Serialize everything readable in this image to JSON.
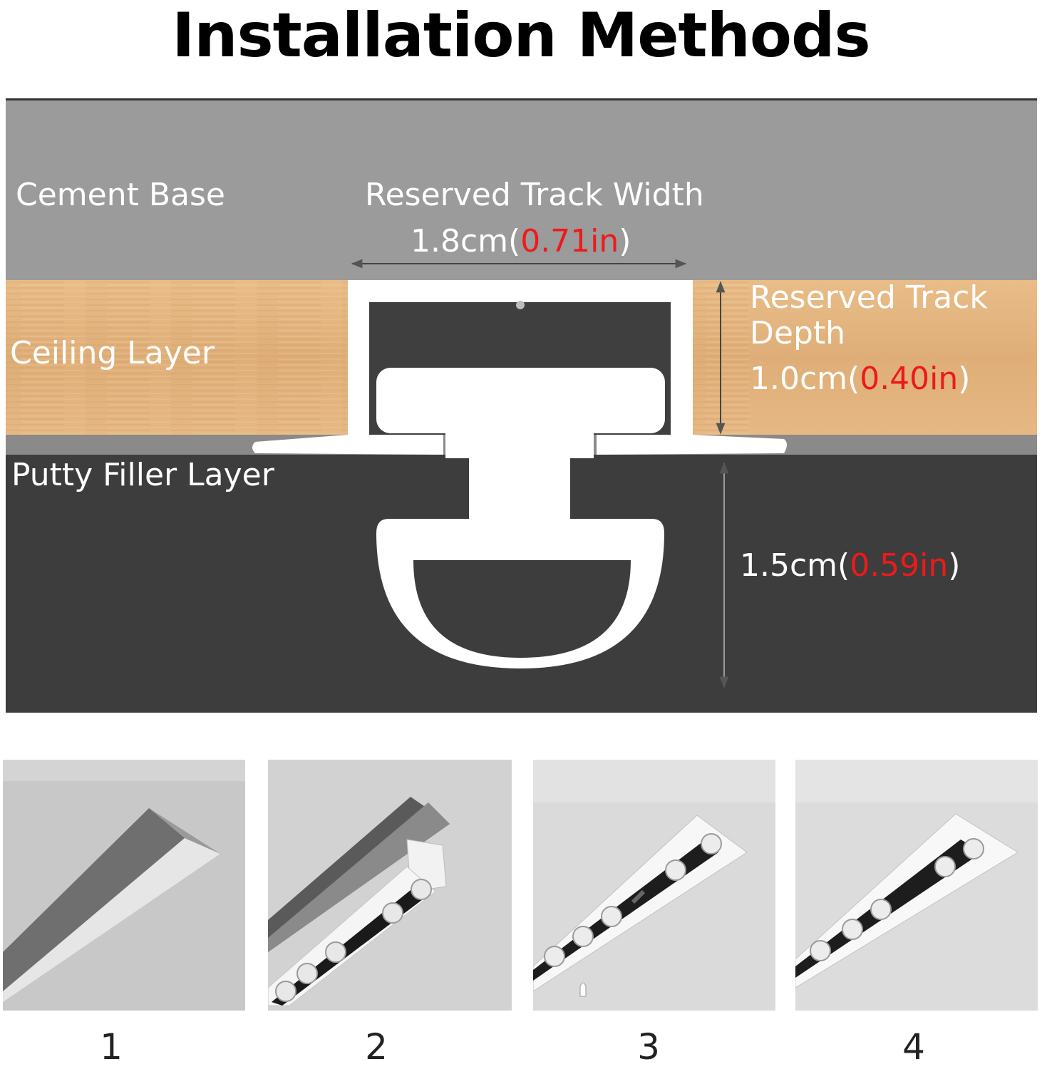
{
  "title": "Installation Methods",
  "diagram": {
    "cement_label": "Cement Base",
    "ceiling_label": "Ceiling Layer",
    "putty_label": "Putty Filler Layer",
    "width_label": "Reserved Track Width",
    "width_value_cm": "1.8cm(",
    "width_value_in": "0.71in",
    "width_close": ")",
    "depth_label_1": "Reserved Track",
    "depth_label_2": "Depth",
    "depth_value_cm": "1.0cm(",
    "depth_value_in": "0.40in",
    "depth_close": ")",
    "extra_value_cm": "1.5cm(",
    "extra_value_in": "0.59in",
    "extra_close": ")",
    "colors": {
      "cement": "#9b9b9b",
      "wood": "#e3b27a",
      "putty": "#3d3d3d",
      "accent": "#ee1a1a",
      "track": "#ffffff"
    }
  },
  "steps": [
    {
      "number": "1",
      "icon": "track-groove-icon"
    },
    {
      "number": "2",
      "icon": "track-inserting-icon"
    },
    {
      "number": "3",
      "icon": "track-installed-icon"
    },
    {
      "number": "4",
      "icon": "track-finished-icon"
    }
  ]
}
